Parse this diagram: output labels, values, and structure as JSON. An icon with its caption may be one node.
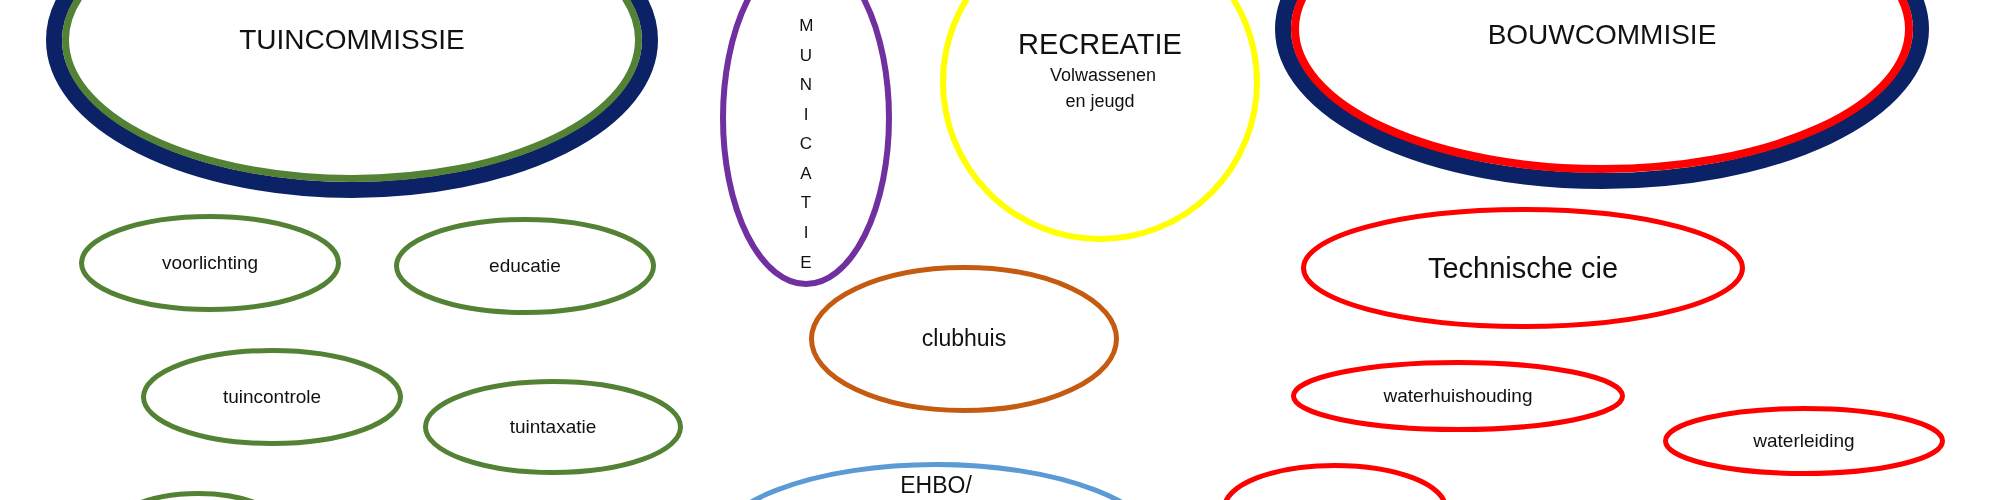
{
  "diagram": {
    "nodes": [
      {
        "text": [
          "TUINCOMMISSIE"
        ]
      },
      {
        "text": [
          "MUNICATIE"
        ]
      },
      {
        "text": [
          "RECREATIE",
          "Volwassenen en jeugd"
        ]
      },
      {
        "text": [
          "BOUWCOMMISIE"
        ]
      },
      {
        "text": [
          "voorlichting"
        ]
      },
      {
        "text": [
          "educatie"
        ]
      },
      {
        "text": [
          "Technische cie"
        ]
      },
      {
        "text": [
          "clubhuis"
        ]
      },
      {
        "text": [
          "waterhuishouding"
        ]
      },
      {
        "text": [
          "tuincontrole"
        ]
      },
      {
        "text": [
          "tuintaxatie"
        ]
      },
      {
        "text": [
          "waterleiding"
        ]
      },
      {
        "text": [
          "EHBO/"
        ]
      },
      {
        "text": [],
        "shape": "ellipse"
      },
      {
        "text": [],
        "shape": "ellipse"
      }
    ]
  }
}
